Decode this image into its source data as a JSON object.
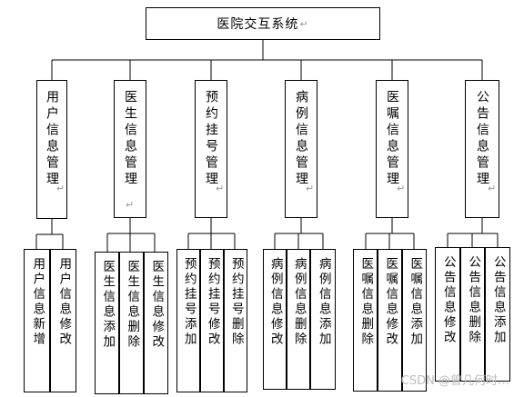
{
  "root": {
    "label": "医院交互系统"
  },
  "modules": [
    {
      "label": "用户信息管理",
      "children": [
        "用户信息新增",
        "用户信息修改"
      ]
    },
    {
      "label": "医生信息管理",
      "children": [
        "医生信息添加",
        "医生信息删除",
        "医生信息修改"
      ]
    },
    {
      "label": "预约挂号管理",
      "children": [
        "预约挂号添加",
        "预约挂号修改",
        "预约挂号删除"
      ]
    },
    {
      "label": "病例信息管理",
      "children": [
        "病例信息修改",
        "病例信息删除",
        "病例信息添加"
      ]
    },
    {
      "label": "医嘱信息管理",
      "children": [
        "医嘱信息删除",
        "医嘱信息修改",
        "医嘱信息添加"
      ]
    },
    {
      "label": "公告信息管理",
      "children": [
        "公告信息修改",
        "公告信息删除",
        "公告信息添加"
      ]
    }
  ],
  "watermark": "CSDN @曾几何时…"
}
